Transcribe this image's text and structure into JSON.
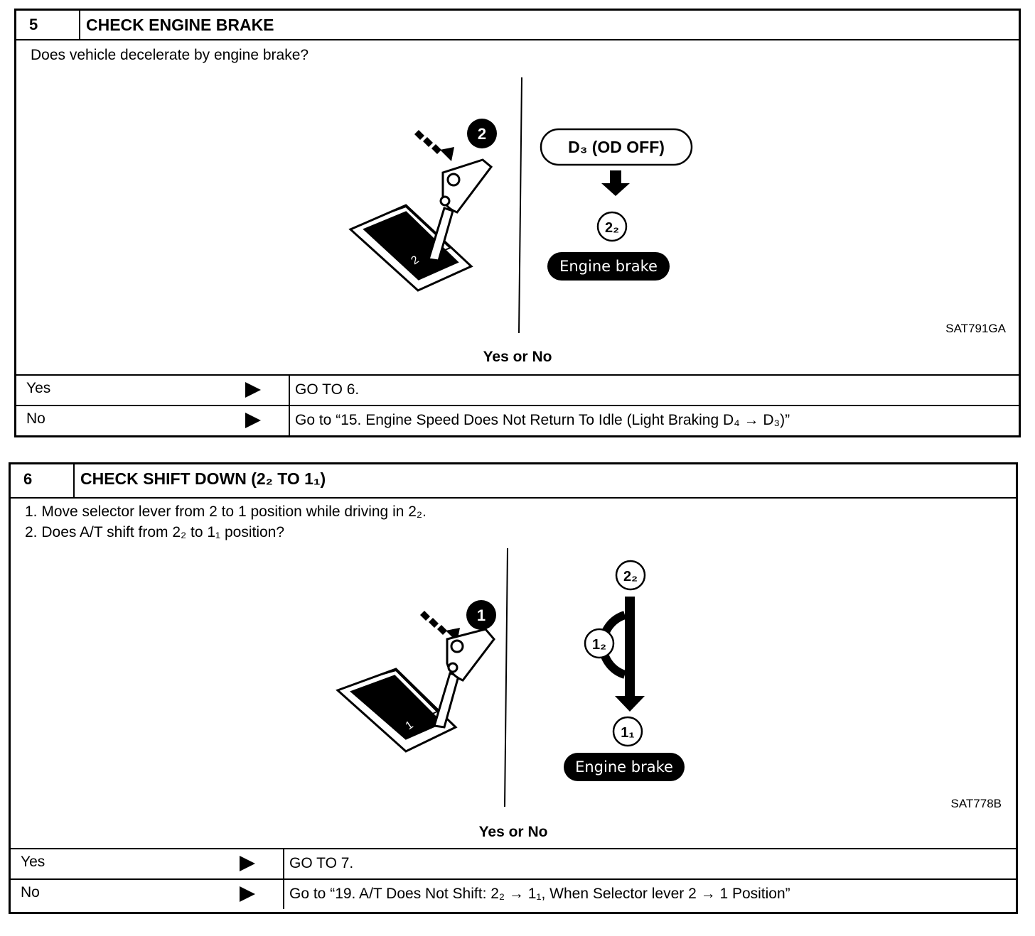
{
  "sections": [
    {
      "number": "5",
      "title": "CHECK ENGINE BRAKE",
      "question": "Does vehicle decelerate by engine brake?",
      "figure": {
        "step_marker": "2",
        "gate_label": "2",
        "callout": "D₃ (OD OFF)",
        "result_position": "2₂",
        "result_badge": "Engine brake",
        "ref_code": "SAT791GA"
      },
      "prompt": "Yes or No",
      "yes": {
        "label": "Yes",
        "action": "GO TO 6."
      },
      "no": {
        "label": "No",
        "action": "Go to “15. Engine Speed Does Not Return To Idle (Light Braking D₄ → D₃)”"
      }
    },
    {
      "number": "6",
      "title": "CHECK SHIFT DOWN (2₂ TO 1₁)",
      "steps": [
        "1.  Move selector lever from 2 to 1 position while driving in 2₂.",
        "2.  Does A/T shift from 2₂ to 1₁ position?"
      ],
      "figure": {
        "step_marker": "1",
        "gate_label": "1",
        "top_position": "2₂",
        "mid_position": "1₂",
        "bottom_position": "1₁",
        "result_badge": "Engine brake",
        "ref_code": "SAT778B"
      },
      "prompt": "Yes or No",
      "yes": {
        "label": "Yes",
        "action": "GO TO 7."
      },
      "no": {
        "label": "No",
        "action": "Go to “19. A/T Does Not Shift: 2₂ → 1₁, When Selector lever 2 → 1 Position”"
      }
    }
  ]
}
